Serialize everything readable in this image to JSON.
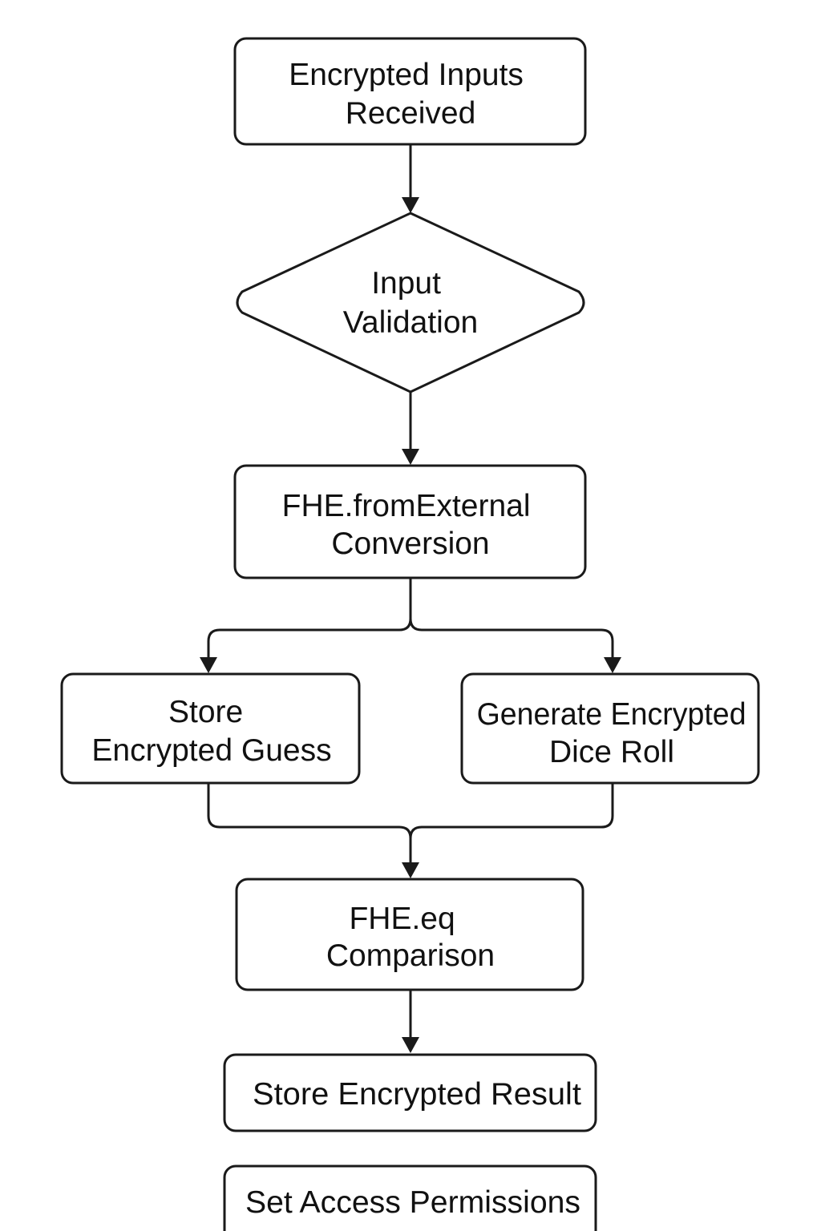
{
  "nodes": {
    "encrypted_inputs": {
      "line1": "Encrypted Inputs",
      "line2": "Received"
    },
    "input_validation": {
      "line1": "Input",
      "line2": "Validation"
    },
    "fhe_from_external": {
      "line1": "FHE.fromExternal",
      "line2": "Conversion"
    },
    "store_guess": {
      "line1": "Store",
      "line2": "Encrypted Guess"
    },
    "generate_roll": {
      "line1": "Generate Encrypted",
      "line2": "Dice Roll"
    },
    "fhe_eq": {
      "line1": "FHE.eq",
      "line2": "Comparison"
    },
    "store_result": {
      "line1": "Store Encrypted Result"
    },
    "set_permissions": {
      "line1": "Set Access Permissions"
    }
  }
}
